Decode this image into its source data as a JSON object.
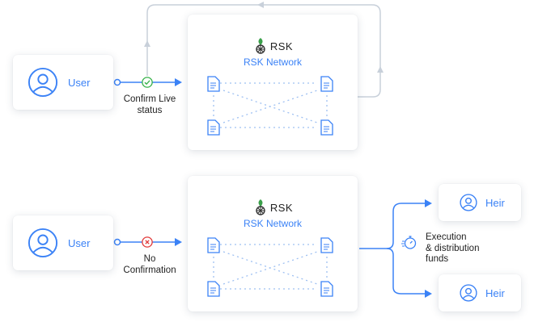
{
  "top": {
    "user": {
      "label": "User"
    },
    "status": {
      "line1": "Confirm Live",
      "line2": "status",
      "icon": "check-circle-icon"
    },
    "network": {
      "logo_text": "RSK",
      "title": "RSK Network"
    }
  },
  "bottom": {
    "user": {
      "label": "User"
    },
    "status": {
      "line1": "No",
      "line2": "Confirmation",
      "icon": "x-circle-icon"
    },
    "network": {
      "logo_text": "RSK",
      "title": "RSK Network"
    },
    "execution": {
      "line1": "Execution",
      "line2": "& distribution",
      "line3": "funds",
      "icon": "stopwatch-icon"
    },
    "heirs": [
      {
        "label": "Heir"
      },
      {
        "label": "Heir"
      }
    ]
  },
  "colors": {
    "accent": "#3b82f6",
    "connector": "#c8d0da",
    "check": "#38b24a",
    "cross": "#e23b3b"
  }
}
